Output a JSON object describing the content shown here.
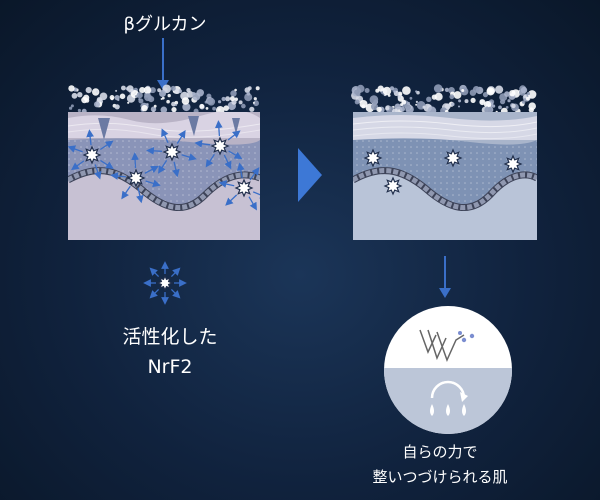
{
  "labels": {
    "beta_glucan": "βグルカン",
    "nrf2_line1": "活性化した",
    "nrf2_line2": "NrF2",
    "skin_line1": "自らの力で",
    "skin_line2": "整いつづけられる肌"
  },
  "colors": {
    "background": "#10223d",
    "accent_blue": "#3d78d6",
    "arrow_blue": "#3a6fc8",
    "star_white": "#ffffff"
  },
  "icons": {
    "transition_arrow": "triangle-right-icon",
    "star": "nrf2-star-icon",
    "drop": "water-drop-icon",
    "cycle": "circular-arrow-icon"
  }
}
